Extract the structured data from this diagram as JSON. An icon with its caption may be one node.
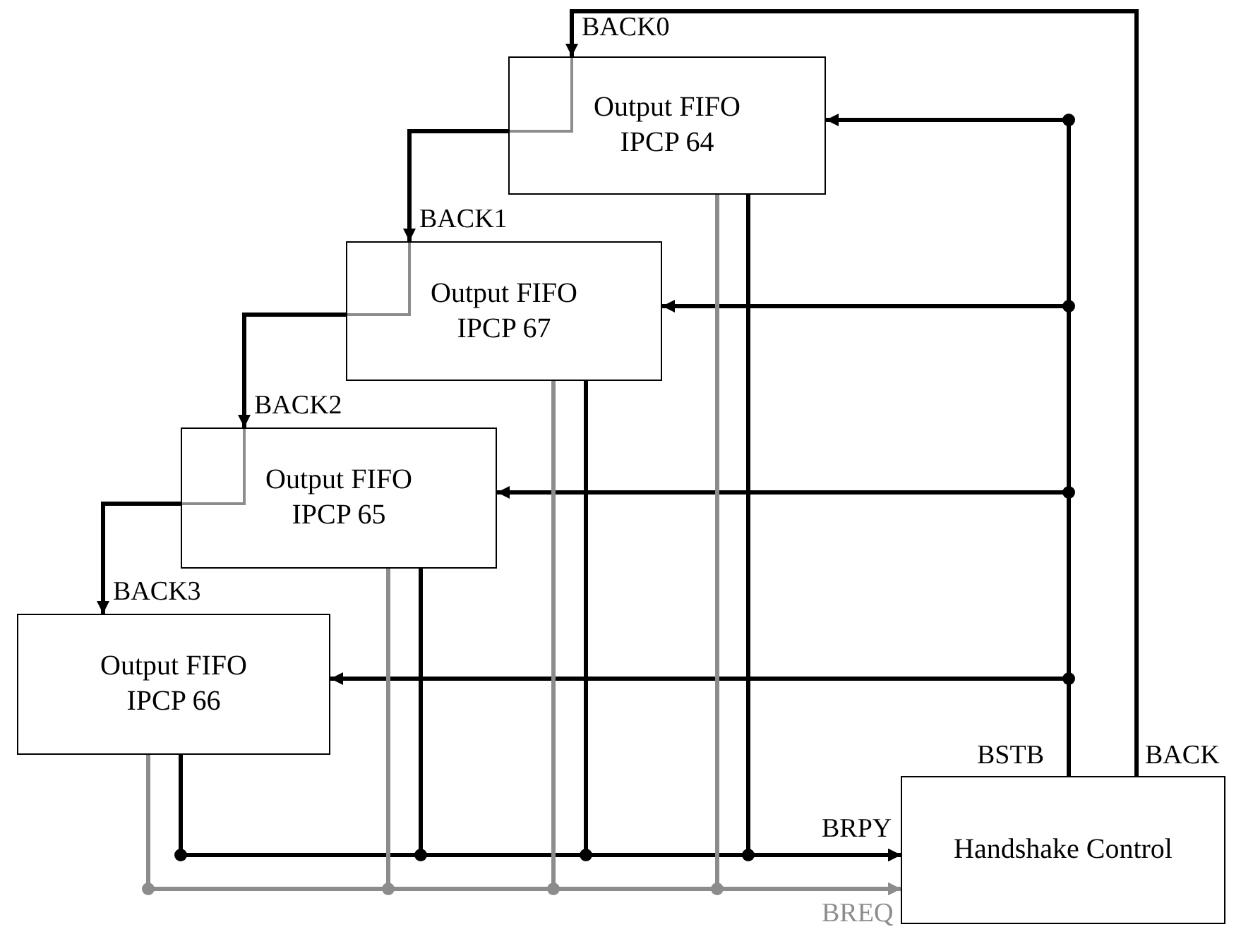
{
  "diagram": {
    "nodes": [
      {
        "text": [
          "Output FIFO IPCP 64"
        ]
      },
      {
        "text": [
          "Output FIFO IPCP 67"
        ]
      },
      {
        "text": [
          "Output FIFO IPCP 65"
        ]
      },
      {
        "text": [
          "Output FIFO IPCP 66"
        ]
      },
      {
        "text": [
          "Handshake Control"
        ]
      }
    ],
    "edges": [
      {
        "from": 4,
        "to": 0,
        "arrow": "to",
        "label": "BACK0"
      },
      {
        "from": 0,
        "to": 1,
        "arrow": "to",
        "label": "BACK1"
      },
      {
        "from": 1,
        "to": 2,
        "arrow": "to",
        "label": "BACK2"
      },
      {
        "from": 2,
        "to": 3,
        "arrow": "to",
        "label": "BACK3"
      },
      {
        "from": 4,
        "to": 0,
        "arrow": "to"
      },
      {
        "from": 4,
        "to": 1,
        "arrow": "to"
      },
      {
        "from": 4,
        "to": 2,
        "arrow": "to"
      },
      {
        "from": 4,
        "to": 3,
        "arrow": "to"
      },
      {
        "from": 0,
        "to": 4,
        "arrow": "to"
      },
      {
        "from": 1,
        "to": 4,
        "arrow": "to"
      },
      {
        "from": 2,
        "to": 4,
        "arrow": "to"
      },
      {
        "from": 3,
        "to": 4,
        "arrow": "to"
      },
      {
        "from": 0,
        "to": 4,
        "arrow": "to",
        "color": "#8c8c8c"
      },
      {
        "from": 1,
        "to": 4,
        "arrow": "to",
        "color": "#8c8c8c"
      },
      {
        "from": 2,
        "to": 4,
        "arrow": "to",
        "color": "#8c8c8c"
      },
      {
        "from": 3,
        "to": 4,
        "arrow": "to",
        "color": "#8c8c8c"
      }
    ],
    "labels": [
      "BSTB",
      "BACK",
      "BRPY",
      "BREQ"
    ]
  }
}
